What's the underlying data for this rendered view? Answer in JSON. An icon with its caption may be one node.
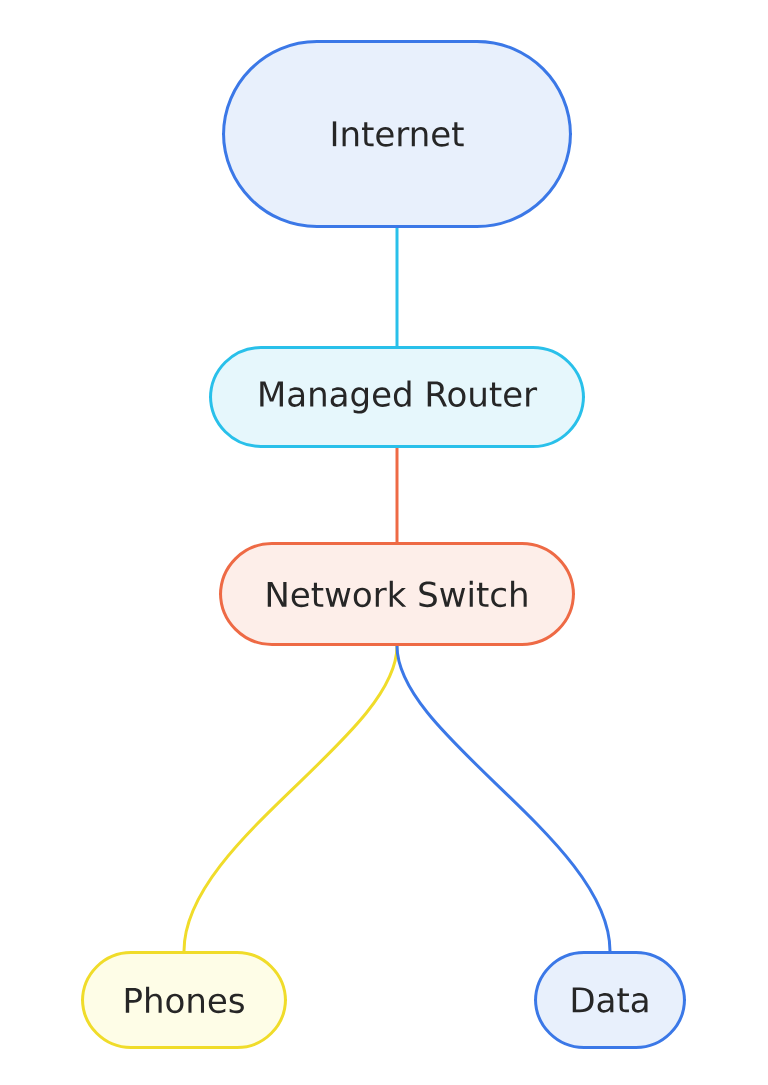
{
  "diagram": {
    "nodes": [
      {
        "text": [
          "Internet"
        ]
      },
      {
        "text": [
          "Managed Router"
        ]
      },
      {
        "text": [
          "Network Switch"
        ]
      },
      {
        "text": [
          "Phones"
        ]
      },
      {
        "text": [
          "Data"
        ]
      }
    ],
    "edges": [
      {
        "from": 0,
        "to": 1,
        "arrow": "none",
        "color": "#29c0ea"
      },
      {
        "from": 1,
        "to": 2,
        "arrow": "none",
        "color": "#ee6a45"
      },
      {
        "from": 2,
        "to": 3,
        "arrow": "none",
        "color": "#f0dc2a"
      },
      {
        "from": 2,
        "to": 4,
        "arrow": "none",
        "color": "#3b78e7"
      }
    ]
  }
}
